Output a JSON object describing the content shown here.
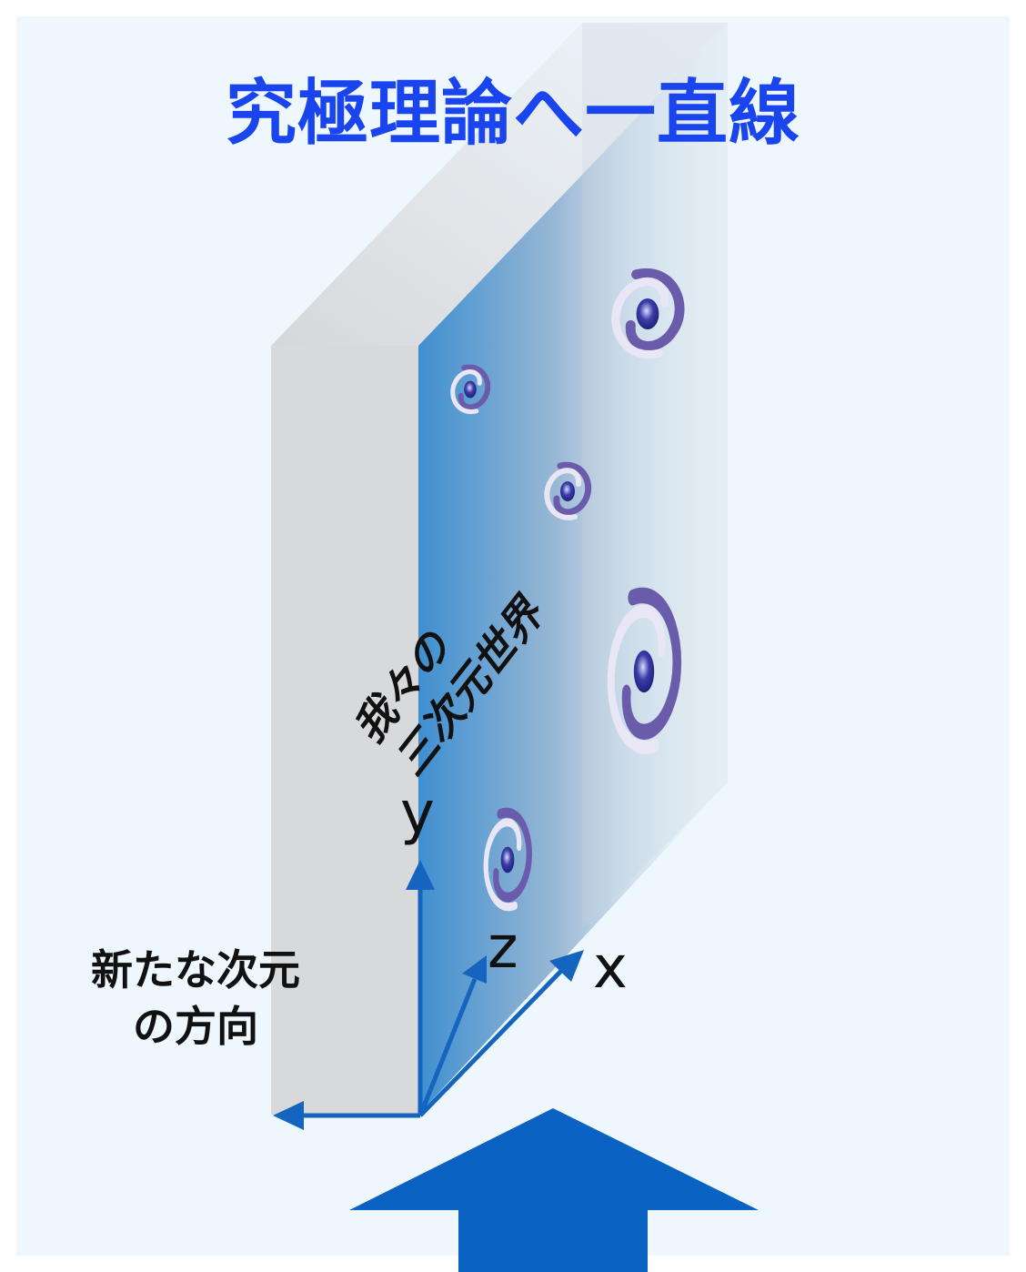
{
  "title": "究極理論へ一直線",
  "world_label_line1": "我々の",
  "world_label_line2": "三次元世界",
  "axes": {
    "y": "y",
    "z": "z",
    "x": "x"
  },
  "new_dimension_line1": "新たな次元",
  "new_dimension_line2": "の方向",
  "galaxy_count": 5,
  "colors": {
    "background": "#eef7fe",
    "title": "#1a44ee",
    "axis_arrow": "#1565c0",
    "big_arrow": "#0a62c2",
    "slab_side": "#d8d9db",
    "slab_front_edge": "#3f8fd0",
    "galaxy": "#5a4ca0"
  }
}
